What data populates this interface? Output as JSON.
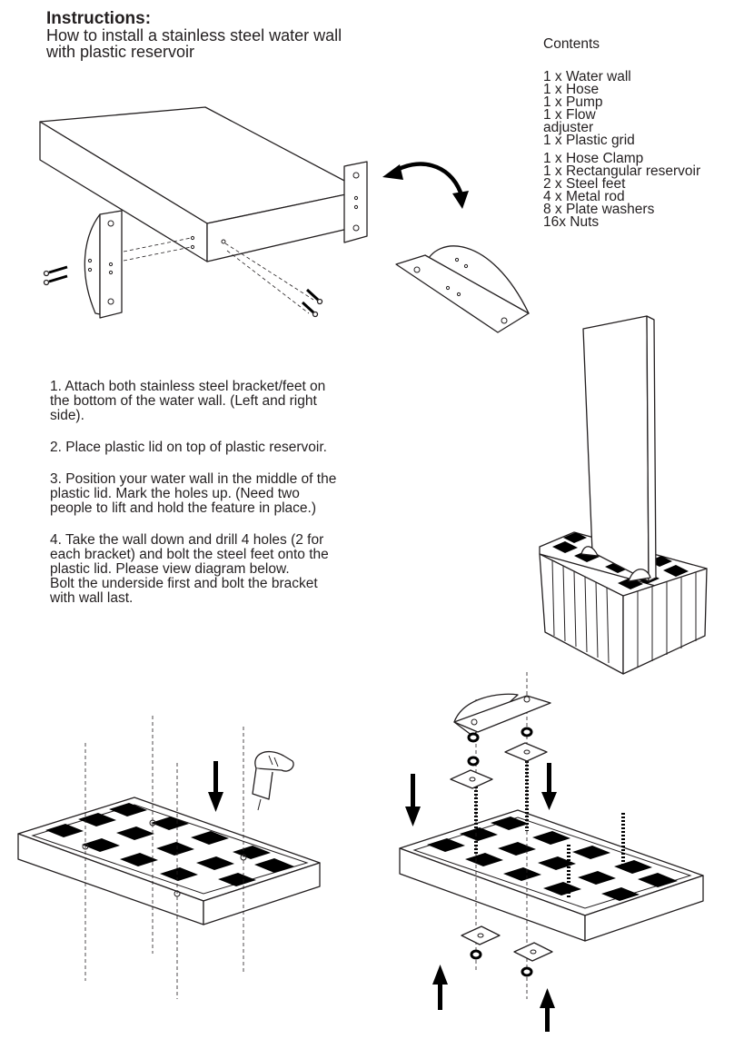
{
  "header": {
    "title": "Instructions:",
    "subtitle_lines": [
      "How to install a stainless steel water wall",
      "with plastic reservoir"
    ]
  },
  "contents": {
    "heading": "Contents",
    "group1": [
      "1 x Water wall",
      "1 x Hose",
      "1 x Pump",
      "1 x Flow",
      "adjuster",
      "1 x Plastic grid"
    ],
    "group2": [
      "1 x Hose Clamp",
      "1 x Rectangular reservoir",
      "2 x Steel feet",
      "4 x Metal rod",
      "8 x Plate washers",
      "16x Nuts"
    ]
  },
  "steps": [
    [
      "1. Attach both stainless steel bracket/feet on",
      "the bottom of the water wall. (Left and right",
      "side)."
    ],
    [
      "2. Place plastic lid on top of plastic reservoir."
    ],
    [
      "3. Position your water wall in the middle of the",
      "plastic lid. Mark the holes up. (Need two",
      "people to lift and hold the feature in place.)"
    ],
    [
      "4. Take the wall down and drill 4 holes (2 for",
      "each bracket) and bolt the steel feet onto the",
      "plastic lid. Please view diagram below.",
      "Bolt the underside first and bolt the bracket",
      "with wall last."
    ]
  ],
  "illustrations": {
    "top": "water-wall-bracket-attachment",
    "right": "assembled-water-wall-on-reservoir",
    "bottom_left": "grid-drilling-with-drill",
    "bottom_right": "bracket-bolting-exploded-view"
  }
}
